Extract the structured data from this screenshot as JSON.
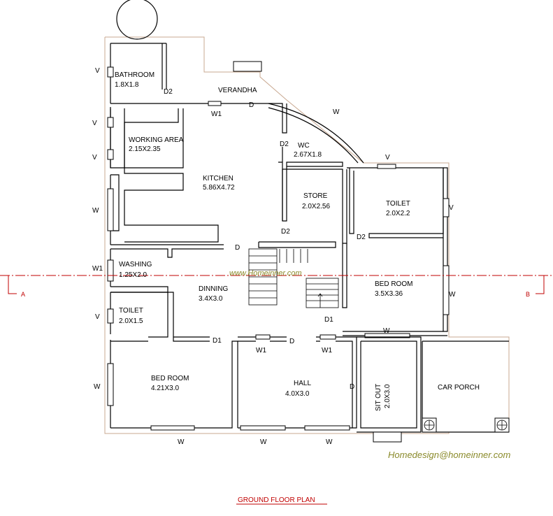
{
  "rooms": {
    "bathroom": {
      "name": "BATHROOM",
      "size": "1.8X1.8"
    },
    "verandha": {
      "name": "VERANDHA"
    },
    "working_area": {
      "name": "WORKING AREA",
      "size": "2.15X2.35"
    },
    "wc": {
      "name": "WC",
      "size": "2.67X1.8"
    },
    "kitchen": {
      "name": "KITCHEN",
      "size": "5.86X4.72"
    },
    "store": {
      "name": "STORE",
      "size": "2.0X2.56"
    },
    "toilet_right": {
      "name": "TOILET",
      "size": "2.0X2.2"
    },
    "washing": {
      "name": "WASHING",
      "size": "1.25X2.0"
    },
    "dinning": {
      "name": "DINNING",
      "size": "3.4X3.0"
    },
    "bed_room_right": {
      "name": "BED ROOM",
      "size": "3.5X3.36"
    },
    "toilet_left": {
      "name": "TOILET",
      "size": "2.0X1.5"
    },
    "bed_room_left": {
      "name": "BED ROOM",
      "size": "4.21X3.0"
    },
    "hall": {
      "name": "HALL",
      "size": "4.0X3.0"
    },
    "sit_out": {
      "name": "SIT OUT",
      "size": "2.0X3.0"
    },
    "car_porch": {
      "name": "CAR PORCH"
    }
  },
  "labels": {
    "door": "D",
    "door1": "D1",
    "door2": "D2",
    "window": "W",
    "window1": "W1",
    "ventilator": "V"
  },
  "section": {
    "left": "A",
    "right": "B"
  },
  "watermark": "www.Homeinner.com",
  "email": "Homedesign@homeinner.com",
  "title": "GROUND FLOOR PLAN",
  "colors": {
    "walls": "#000000",
    "section_line": "#c00000",
    "watermark": "#8a8a2a",
    "outline": "#c8a890"
  }
}
